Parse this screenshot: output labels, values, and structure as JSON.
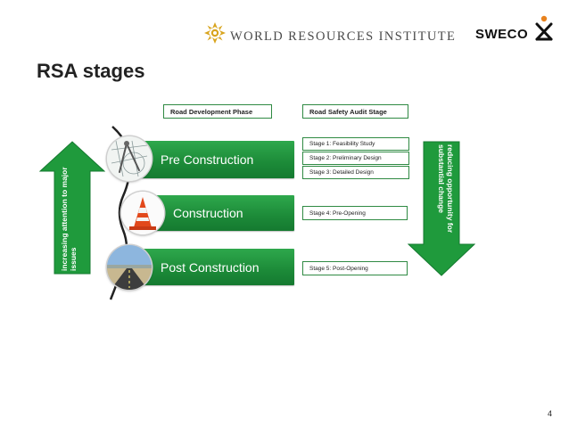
{
  "header": {
    "wri_logo_text": "WORLD RESOURCES INSTITUTE",
    "sweco_logo_text": "SWECO"
  },
  "slide": {
    "title": "RSA stages",
    "page_number": "4"
  },
  "diagram": {
    "column_headers": {
      "phase": "Road Development Phase",
      "stage": "Road Safety Audit Stage"
    },
    "phases": [
      {
        "label": "Pre Construction",
        "image": "drawing-compass-icon"
      },
      {
        "label": "Construction",
        "image": "traffic-cone-icon"
      },
      {
        "label": "Post Construction",
        "image": "open-road-icon"
      }
    ],
    "stages": [
      "Stage 1: Feasibility Study",
      "Stage 2: Preliminary Design",
      "Stage 3: Detailed Design",
      "Stage 4: Pre-Opening",
      "Stage 5: Post-Opening"
    ],
    "left_arrow": {
      "line1": "increasing attention to major",
      "line2": "issues",
      "direction": "up"
    },
    "right_arrow": {
      "line1": "reducing opportunity for",
      "line2": "substantial change",
      "direction": "down"
    },
    "colors": {
      "green": "#1c8a38",
      "box_border": "#2f8a43"
    }
  }
}
